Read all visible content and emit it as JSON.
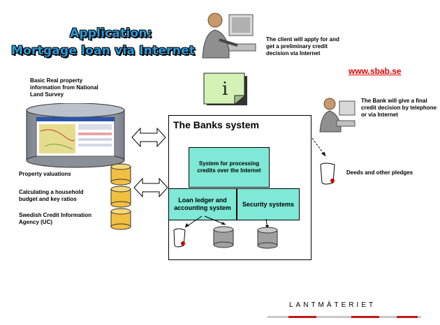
{
  "title": {
    "line1": "Application:",
    "line2": "Mortgage loan via Internet"
  },
  "notes": {
    "client": "The client will apply for and get a preliminary credit decision via Internet",
    "url": "www.sbab.se",
    "bank_decision": "The Bank will give a final credit decision by telephone or via Internet",
    "deeds": "Deeds and other pledges",
    "land_survey": "Basic Real property information from National Land Survey",
    "valuations": "Property valuations",
    "household": "Calculating a household budget and key ratios",
    "credit_agency": "Swedish Credit Information Agency (UC)"
  },
  "banks_system": {
    "title": "The Banks system",
    "processing": "System for processing credits over the Internet",
    "ledger": "Loan ledger and accounting system",
    "security": "Security systems"
  },
  "logo": {
    "text": "LANTMÄTERIET"
  },
  "colors": {
    "title_blue": "#2e9ad6",
    "box_teal": "#7fe8d6",
    "url_red": "#e00000",
    "note_green": "#d4f2b6",
    "db_yellow": "#f2c040",
    "db_grey": "#a0a0a0"
  }
}
